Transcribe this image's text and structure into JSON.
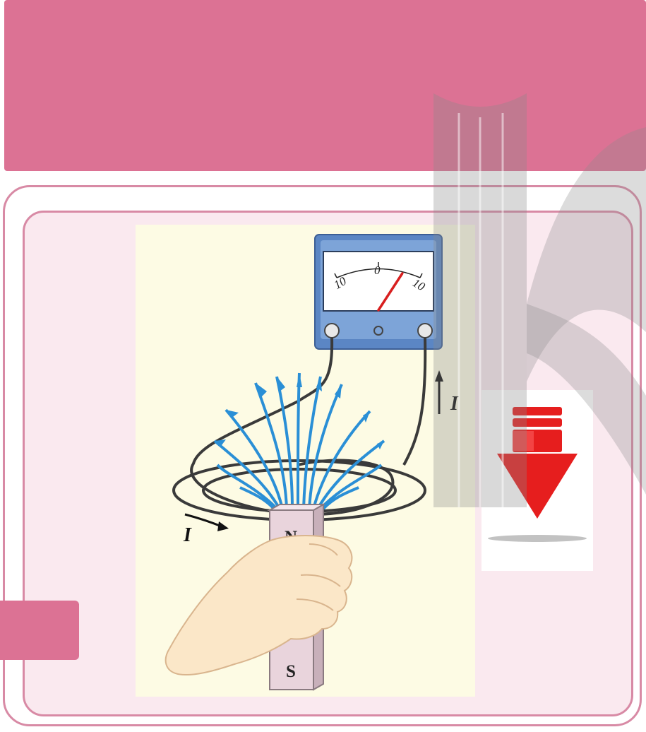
{
  "galvanometer": {
    "scale_left": "10",
    "scale_center": "0",
    "scale_right": "10",
    "needle_value": 6,
    "scale_range": [
      -10,
      10
    ]
  },
  "current_labels": {
    "right_wire": "I",
    "coil": "I"
  },
  "magnet": {
    "north_label": "N",
    "south_label": "S"
  },
  "colors": {
    "header": "#dc7294",
    "frame": "#d88aa5",
    "field_lines": "#2a8fd6",
    "needle": "#d81f1f",
    "meter_case": "#5b86c4",
    "download_arrow": "#e61e1e"
  },
  "icons": {
    "download": "download-arrow-icon"
  }
}
